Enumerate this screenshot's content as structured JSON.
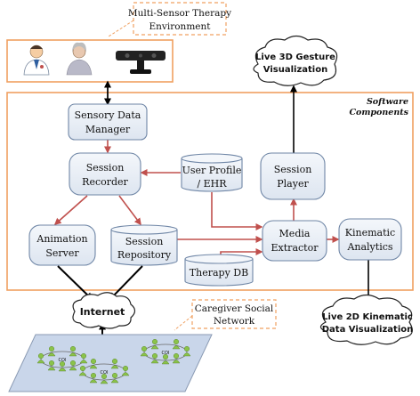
{
  "callouts": {
    "environment": [
      "Multi-Sensor Therapy",
      "Environment"
    ],
    "social": [
      "Caregiver Social",
      "Network"
    ]
  },
  "software_label": [
    "Software",
    "Components"
  ],
  "components": {
    "sensory_data_manager": [
      "Sensory Data",
      "Manager"
    ],
    "session_recorder": [
      "Session",
      "Recorder"
    ],
    "user_profile": [
      "User Profile",
      "/ EHR"
    ],
    "session_player": [
      "Session",
      "Player"
    ],
    "animation_server": [
      "Animation",
      "Server"
    ],
    "session_repository": [
      "Session",
      "Repository"
    ],
    "media_extractor": [
      "Media",
      "Extractor"
    ],
    "kinematic_analytics": [
      "Kinematic",
      "Analytics"
    ],
    "therapy_db": [
      "Therapy DB"
    ]
  },
  "outputs": {
    "gesture_3d": [
      "Live 3D Gesture",
      "Visualization"
    ],
    "kinematic_2d": [
      "Live 2D Kinematic",
      "Data Visualization"
    ],
    "internet": [
      "Internet"
    ]
  },
  "social_groups": [
    "COI",
    "COI",
    "COI"
  ],
  "icons": [
    "doctor-icon",
    "patient-icon",
    "kinect-sensor-icon",
    "person-group-icon"
  ],
  "colors": {
    "frame_orange": "#f0a060",
    "arrow_red": "#c0504d",
    "box_fill": "#e9eef6",
    "box_stroke": "#6f86a6",
    "network_fill": "#c9d6ea",
    "person_green": "#8bc34a"
  }
}
